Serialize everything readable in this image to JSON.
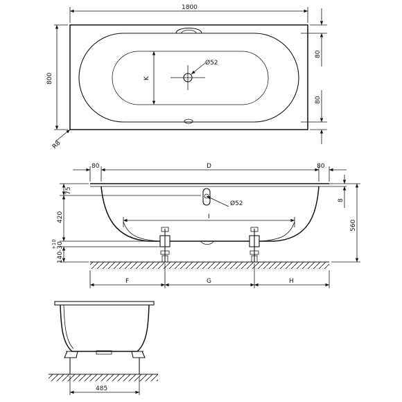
{
  "top_view": {
    "length": "1800",
    "width": "800",
    "radius": "R8",
    "right_upper": "80",
    "right_lower": "80",
    "depth_k": "K",
    "drain_dia": "Ø52"
  },
  "side_view": {
    "left_80": "80",
    "inner_d": "D",
    "right_80": "80",
    "h75": "75",
    "h420": "420",
    "h_adjust": "+10",
    "h_adjust_range": "140-30",
    "inner_l": "I",
    "drain_dia": "Ø52",
    "right_8": "8",
    "height_560": "560",
    "seg_f": "F",
    "seg_g": "G",
    "seg_h": "H"
  },
  "end_view": {
    "width_485": "485"
  }
}
